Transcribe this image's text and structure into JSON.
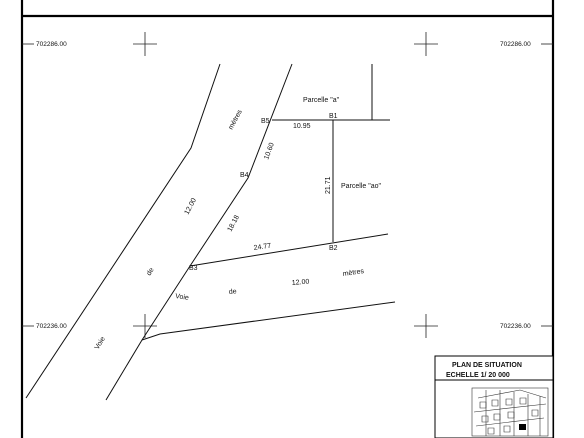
{
  "coordinates": {
    "north_left": "702286.00",
    "north_right": "702286.00",
    "south_left": "702236.00",
    "south_right": "702236.00"
  },
  "parcels": {
    "a": "Parcelle \"a\"",
    "ao": "Parcelle \"ao\""
  },
  "points": {
    "b1": "B1",
    "b2": "B2",
    "b3": "B3",
    "b4": "B4",
    "b5": "B5"
  },
  "distances": {
    "b5_b1": "10.95",
    "b1_b2": "21.71",
    "b2_b3": "24.77",
    "b3_b4": "18.18",
    "b4_b5": "10.60"
  },
  "road_diagonal": {
    "width": "12.00",
    "unit": "mètres",
    "word_voie": "Voie",
    "word_de": "de"
  },
  "road_bottom": {
    "width": "12.00",
    "unit": "mètres",
    "word_voie": "Voie",
    "word_de": "de"
  },
  "inset": {
    "title": "PLAN DE SITUATION",
    "scale": "ECHELLE 1/ 20 000"
  }
}
